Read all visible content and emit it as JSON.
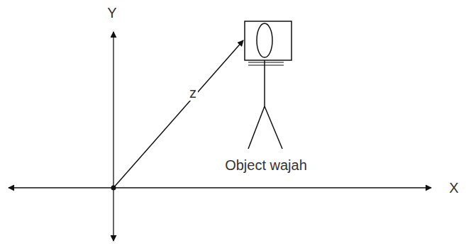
{
  "diagram": {
    "labels": [
      "Y",
      "X",
      "z",
      "Object wajah"
    ]
  }
}
